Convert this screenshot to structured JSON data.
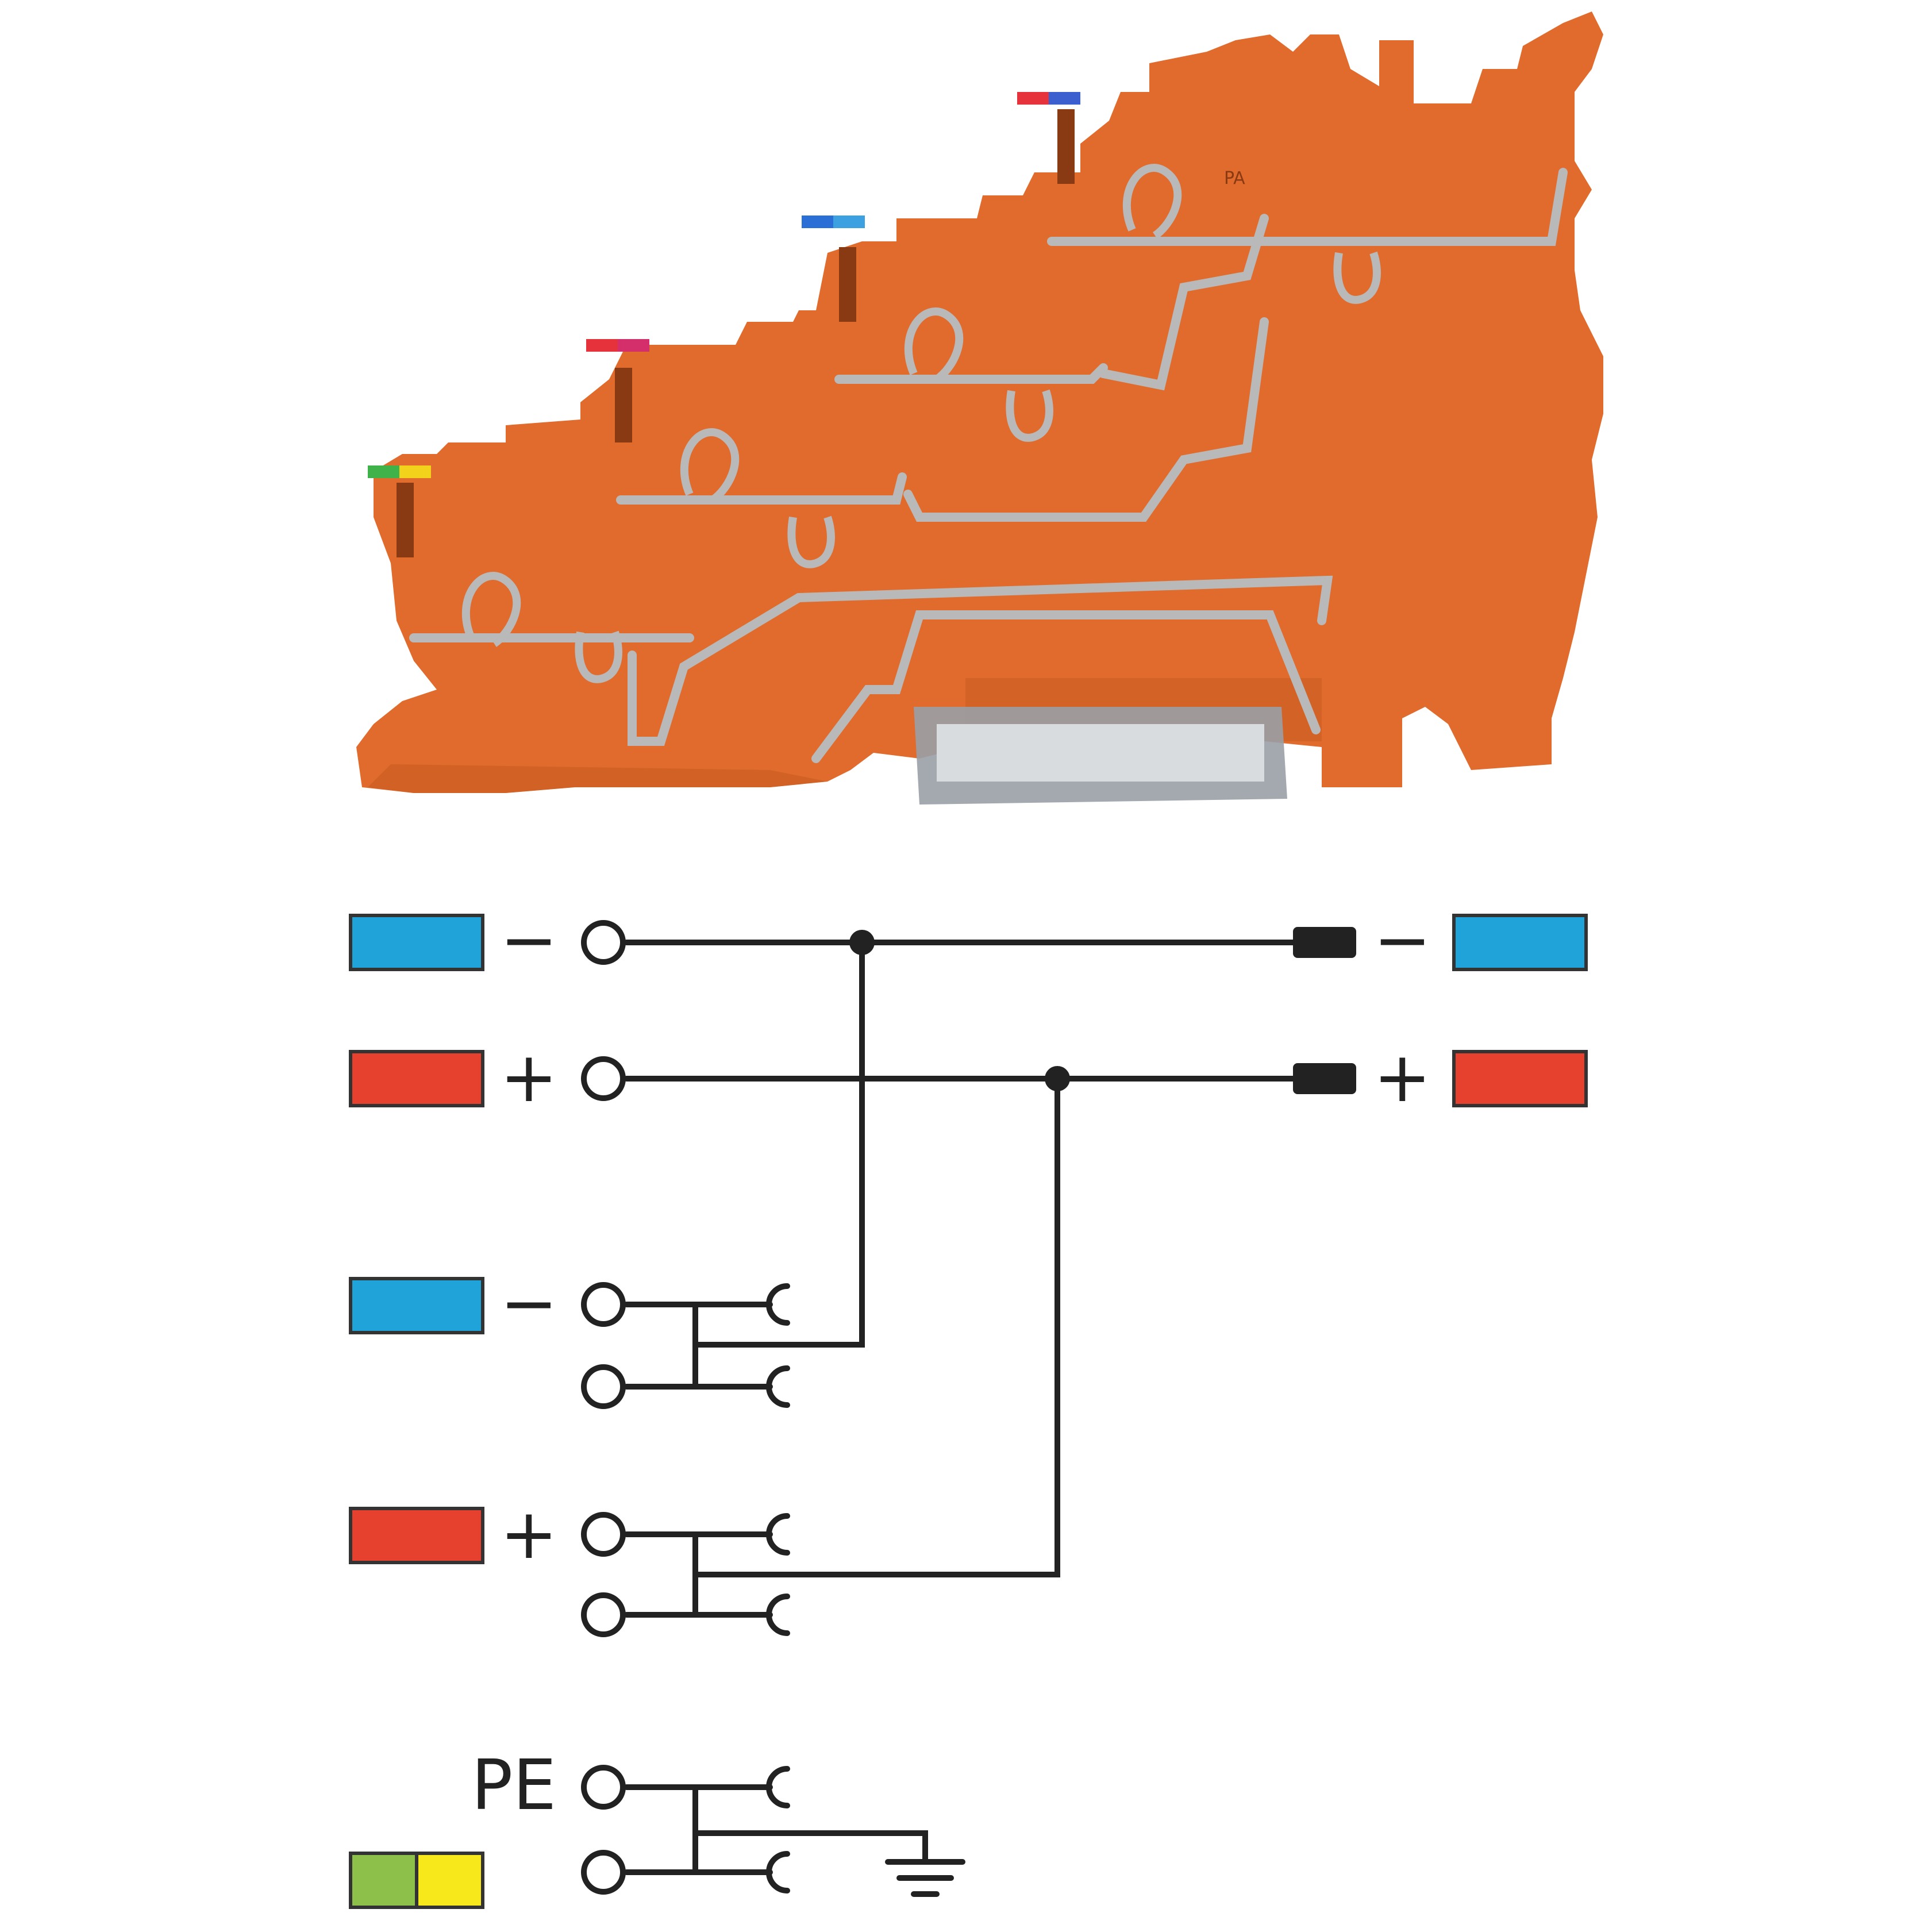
{
  "product": {
    "body_color": "#e06b2c",
    "shadow_color": "#c65a22",
    "metal_color": "#b9b9b9",
    "rail_color": "#9aa0a6",
    "levels": [
      {
        "marker_colors": [
          "#3fb24a",
          "#f2d21b"
        ]
      },
      {
        "marker_colors": [
          "#e6333b",
          "#d42f6b"
        ]
      },
      {
        "marker_colors": [
          "#2a6fd6",
          "#3da0e0"
        ]
      },
      {
        "marker_colors": [
          "#e6333b",
          "#3c5fd0"
        ]
      }
    ],
    "body_mark": "PA"
  },
  "schematic": {
    "colors": {
      "blue": "#1fa3d9",
      "red": "#e6402e",
      "green": "#8dc04a",
      "yellow": "#f7e81c",
      "line": "#222222"
    },
    "rows": [
      {
        "id": "top-minus",
        "color": "blue",
        "symbol": "−"
      },
      {
        "id": "top-plus",
        "color": "red",
        "symbol": "+"
      },
      {
        "id": "mid-minus",
        "color": "blue",
        "symbol": "−"
      },
      {
        "id": "low-plus",
        "color": "red",
        "symbol": "+"
      }
    ],
    "right_rows": [
      {
        "id": "right-minus",
        "color": "blue",
        "symbol": "−"
      },
      {
        "id": "right-plus",
        "color": "red",
        "symbol": "+"
      }
    ],
    "pe_label": "PE"
  }
}
